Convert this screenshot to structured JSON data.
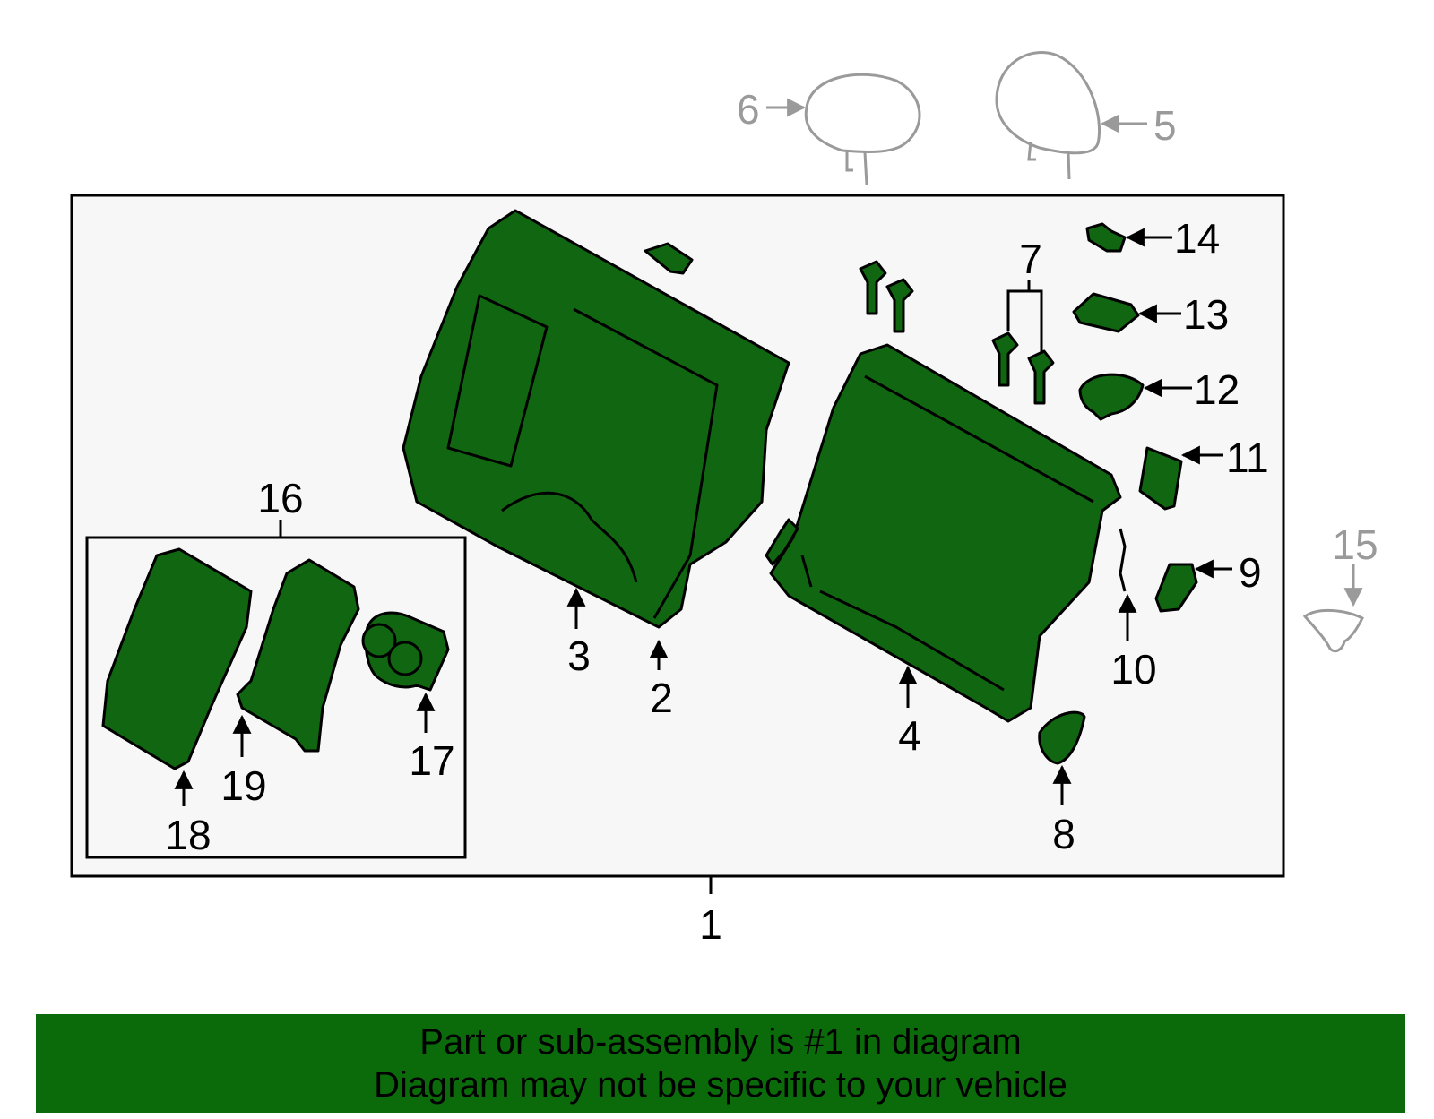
{
  "colors": {
    "part_fill": "#116611",
    "part_stroke": "#000000",
    "ghost_stroke": "#9a9a9a",
    "box_fill": "#f7f7f7",
    "banner_fill": "#0b6b0b"
  },
  "callouts": {
    "c1": "1",
    "c2": "2",
    "c3": "3",
    "c4": "4",
    "c5": "5",
    "c6": "6",
    "c7": "7",
    "c8": "8",
    "c9": "9",
    "c10": "10",
    "c11": "11",
    "c12": "12",
    "c13": "13",
    "c14": "14",
    "c15": "15",
    "c16": "16",
    "c17": "17",
    "c18": "18",
    "c19": "19"
  },
  "banner": {
    "line1": "Part or sub-assembly is #1 in diagram",
    "line2": "Diagram may not be specific to your vehicle"
  }
}
